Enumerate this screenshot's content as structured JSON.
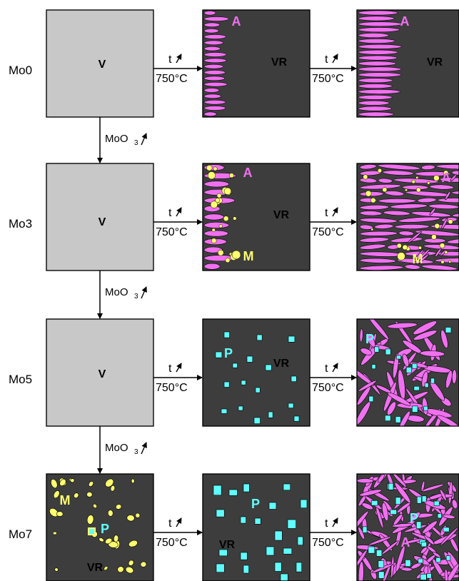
{
  "rows": [
    {
      "id": "Mo0",
      "label": "Mo0",
      "stages": [
        {
          "type": "gray",
          "labels": [
            "V"
          ]
        },
        {
          "type": "dark",
          "labels": [
            "A",
            "VR"
          ]
        },
        {
          "type": "dark",
          "labels": [
            "A",
            "VR"
          ]
        }
      ]
    },
    {
      "id": "Mo3",
      "label": "Mo3",
      "stages": [
        {
          "type": "gray",
          "labels": [
            "V"
          ]
        },
        {
          "type": "dark",
          "labels": [
            "A",
            "VR",
            "M"
          ]
        },
        {
          "type": "dark",
          "labels": [
            "A",
            "M"
          ]
        }
      ]
    },
    {
      "id": "Mo5",
      "label": "Mo5",
      "stages": [
        {
          "type": "gray",
          "labels": [
            "V"
          ]
        },
        {
          "type": "dark",
          "labels": [
            "P",
            "VR"
          ]
        },
        {
          "type": "dark",
          "labels": [
            "P"
          ]
        }
      ]
    },
    {
      "id": "Mo7",
      "label": "Mo7",
      "stages": [
        {
          "type": "dark",
          "labels": [
            "M",
            "P",
            "VR"
          ]
        },
        {
          "type": "dark",
          "labels": [
            "P",
            "VR"
          ]
        },
        {
          "type": "dark",
          "labels": [
            "P",
            "A"
          ]
        }
      ]
    }
  ],
  "arrow_time": "t",
  "arrow_temperature": "750°C",
  "down_arrow_label": "MoO",
  "down_arrow_subscript": "3",
  "colors": {
    "gray_panel": "#c8c8c8",
    "dark_panel": "#3d3d3d",
    "A_phase": "#f070f0",
    "M_phase": "#ffff70",
    "P_phase": "#60ffff",
    "vr_label": "#000000"
  }
}
